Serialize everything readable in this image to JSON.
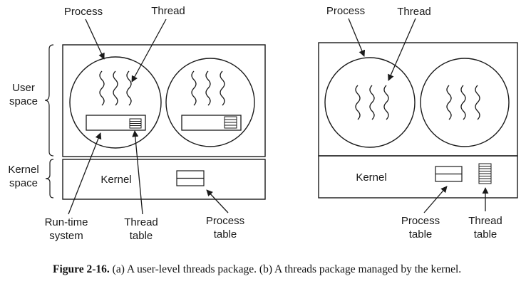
{
  "diagram_a": {
    "process_label": "Process",
    "thread_label": "Thread",
    "user_space_label": [
      "User",
      "space"
    ],
    "kernel_space_label": [
      "Kernel",
      "space"
    ],
    "kernel_label": "Kernel",
    "runtime_label": [
      "Run-time",
      "system"
    ],
    "thread_table_label": [
      "Thread",
      "table"
    ],
    "process_table_label": [
      "Process",
      "table"
    ]
  },
  "diagram_b": {
    "process_label": "Process",
    "thread_label": "Thread",
    "kernel_label": "Kernel",
    "process_table_label": [
      "Process",
      "table"
    ],
    "thread_table_label": [
      "Thread",
      "table"
    ]
  },
  "caption": {
    "figure_label": "Figure 2-16.",
    "text": "(a) A user-level threads package. (b) A threads package managed by the kernel."
  }
}
